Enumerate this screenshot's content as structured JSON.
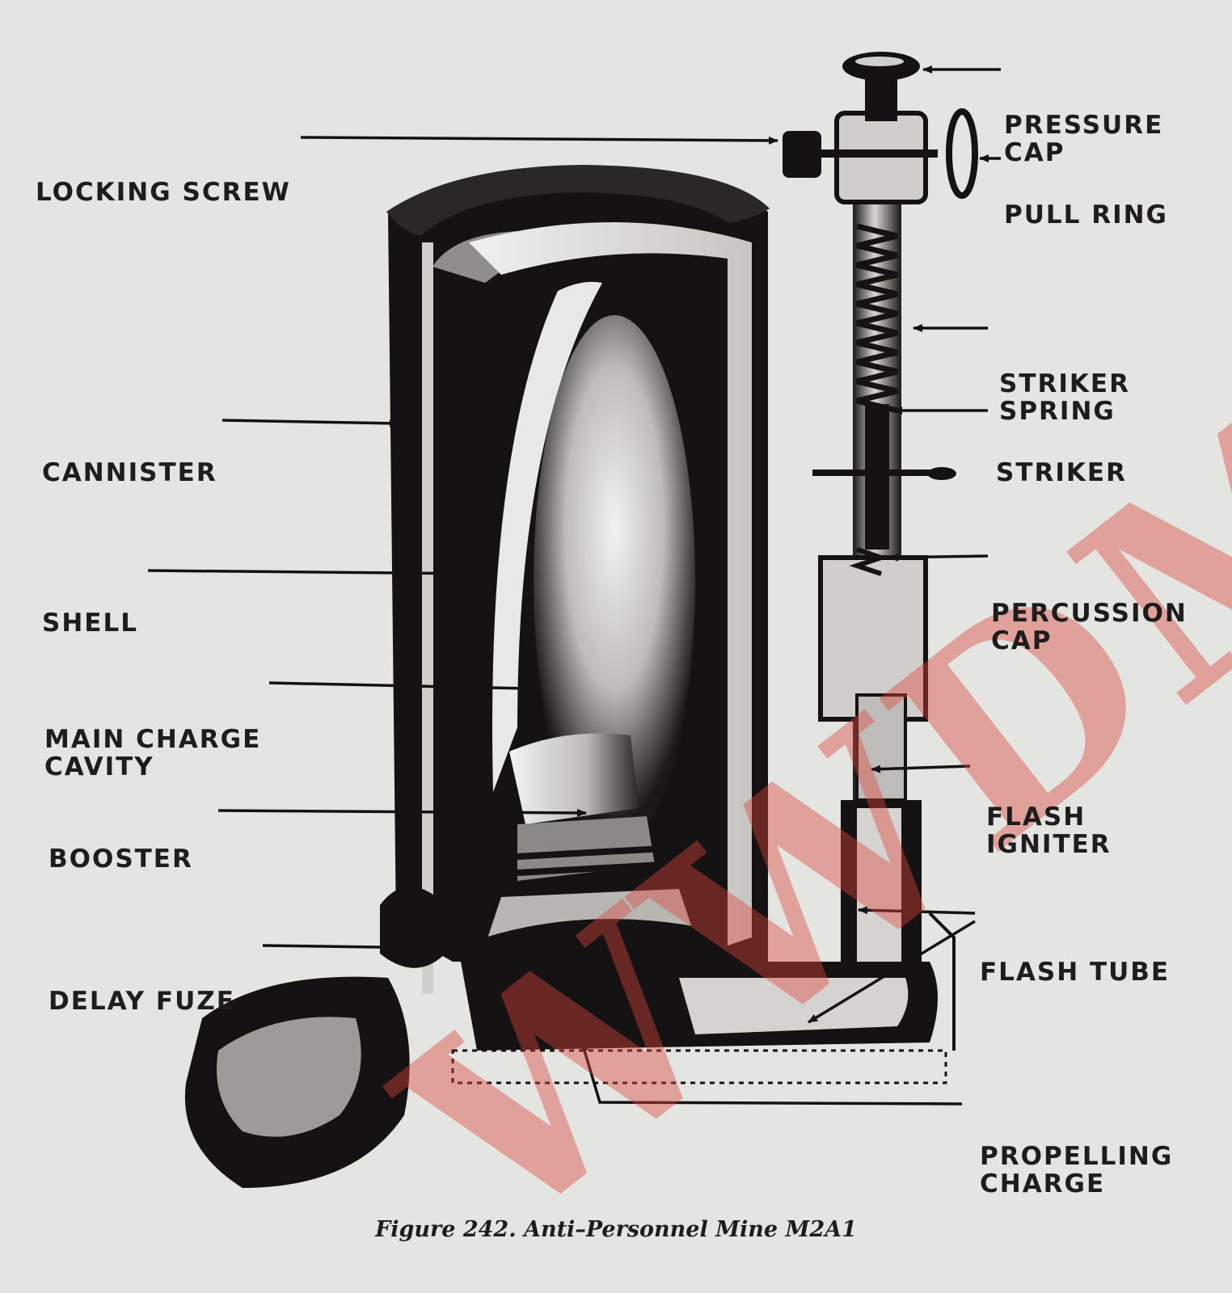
{
  "figure": {
    "caption": "Figure 242.   Anti–Personnel Mine M2A1",
    "watermark": "WWDMM"
  },
  "labels": {
    "pressure_cap": [
      "PRESSURE",
      "CAP"
    ],
    "locking_screw": [
      "LOCKING SCREW"
    ],
    "pull_ring": [
      "PULL RING"
    ],
    "striker_spring": [
      "STRIKER",
      "SPRING"
    ],
    "striker": [
      "STRIKER"
    ],
    "cannister": [
      "CANNISTER"
    ],
    "shell": [
      "SHELL"
    ],
    "percussion_cap": [
      "PERCUSSION",
      "CAP"
    ],
    "main_charge_cavity": [
      "MAIN CHARGE",
      "CAVITY"
    ],
    "flash_igniter": [
      "FLASH",
      "IGNITER"
    ],
    "booster": [
      "BOOSTER"
    ],
    "flash_tube": [
      "FLASH TUBE"
    ],
    "delay_fuze": [
      "DELAY FUZE"
    ],
    "propelling_charge": [
      "PROPELLING",
      "CHARGE"
    ]
  },
  "colors": {
    "background": "#e4e4e1",
    "ink": "#141212",
    "watermark": "#de463c"
  }
}
